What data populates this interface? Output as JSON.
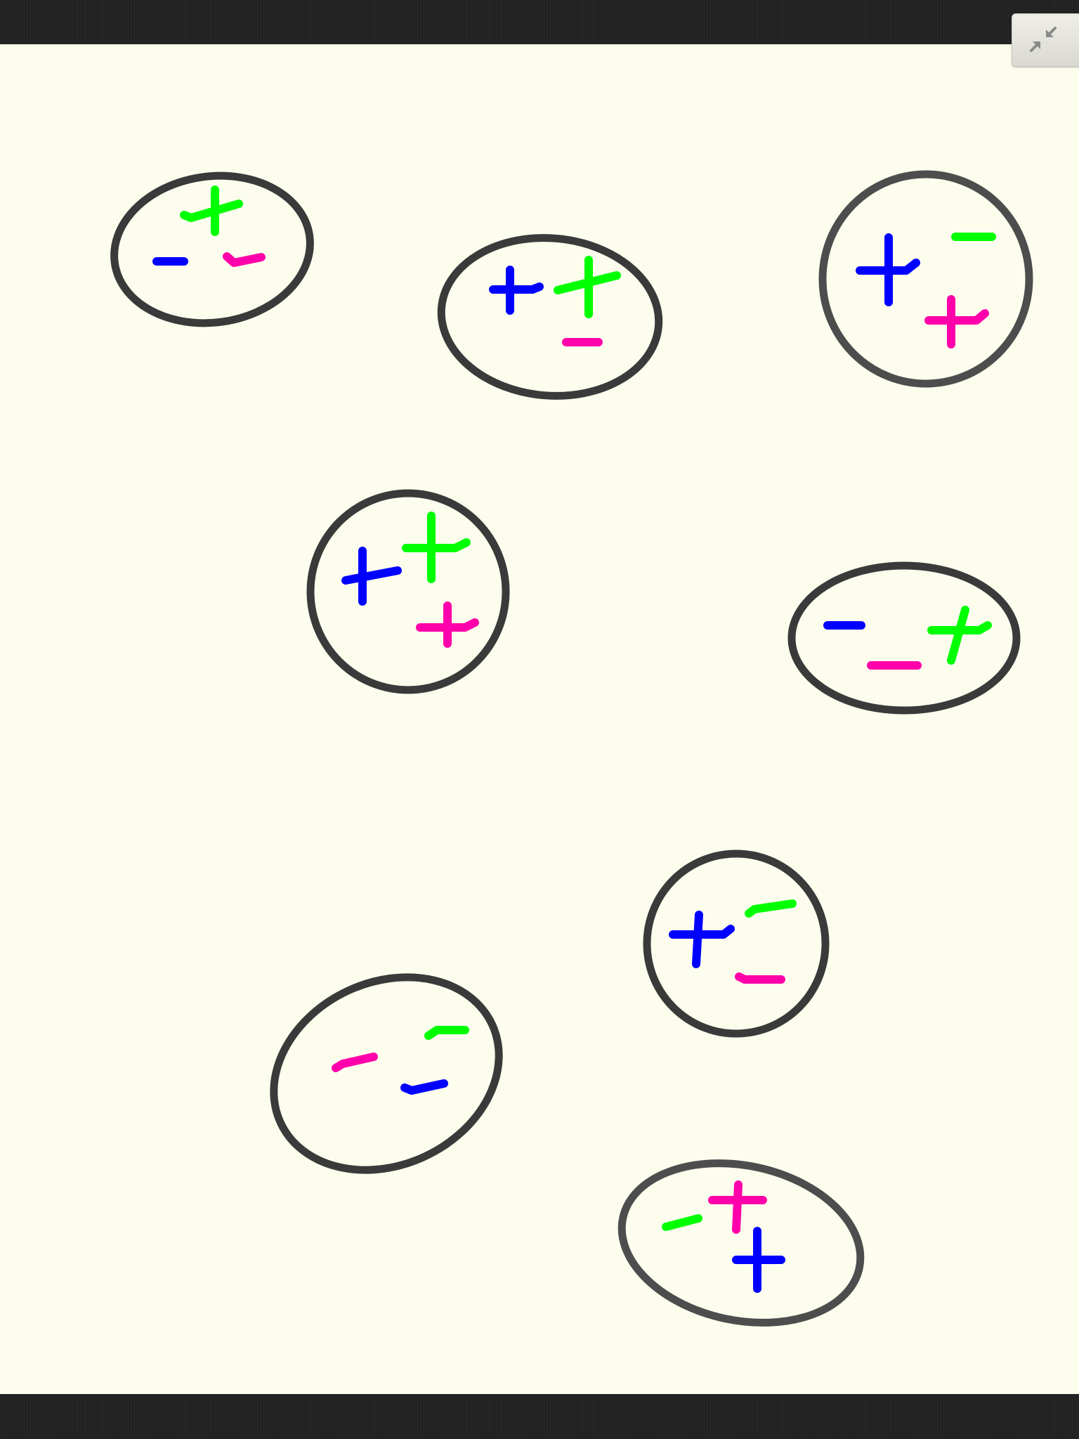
{
  "colors": {
    "canvas_background": "#fdfdee",
    "toolbar_background": "#222222",
    "circle_outline": "#3a3a3a",
    "blue_charge": "#0000ff",
    "green_charge": "#00ff00",
    "magenta_charge": "#ff00aa"
  },
  "toolbar": {
    "exit_fullscreen_icon": "exit-fullscreen-icon"
  },
  "drawing": {
    "groups": [
      {
        "name": "group-1",
        "charges": [
          {
            "sign": "+",
            "color": "green"
          },
          {
            "sign": "-",
            "color": "blue"
          },
          {
            "sign": "-",
            "color": "magenta"
          }
        ]
      },
      {
        "name": "group-2",
        "charges": [
          {
            "sign": "+",
            "color": "blue"
          },
          {
            "sign": "+",
            "color": "green"
          },
          {
            "sign": "-",
            "color": "magenta"
          }
        ]
      },
      {
        "name": "group-3",
        "charges": [
          {
            "sign": "+",
            "color": "blue"
          },
          {
            "sign": "-",
            "color": "green"
          },
          {
            "sign": "+",
            "color": "magenta"
          }
        ]
      },
      {
        "name": "group-4",
        "charges": [
          {
            "sign": "+",
            "color": "blue"
          },
          {
            "sign": "+",
            "color": "green"
          },
          {
            "sign": "+",
            "color": "magenta"
          }
        ]
      },
      {
        "name": "group-5",
        "charges": [
          {
            "sign": "-",
            "color": "blue"
          },
          {
            "sign": "-",
            "color": "magenta"
          },
          {
            "sign": "+",
            "color": "green"
          }
        ]
      },
      {
        "name": "group-6",
        "charges": [
          {
            "sign": "+",
            "color": "blue"
          },
          {
            "sign": "-",
            "color": "green"
          },
          {
            "sign": "-",
            "color": "magenta"
          }
        ]
      },
      {
        "name": "group-7",
        "charges": [
          {
            "sign": "-",
            "color": "magenta"
          },
          {
            "sign": "-",
            "color": "green"
          },
          {
            "sign": "-",
            "color": "blue"
          }
        ]
      },
      {
        "name": "group-8",
        "charges": [
          {
            "sign": "+",
            "color": "magenta"
          },
          {
            "sign": "-",
            "color": "green"
          },
          {
            "sign": "+",
            "color": "blue"
          }
        ]
      }
    ]
  }
}
